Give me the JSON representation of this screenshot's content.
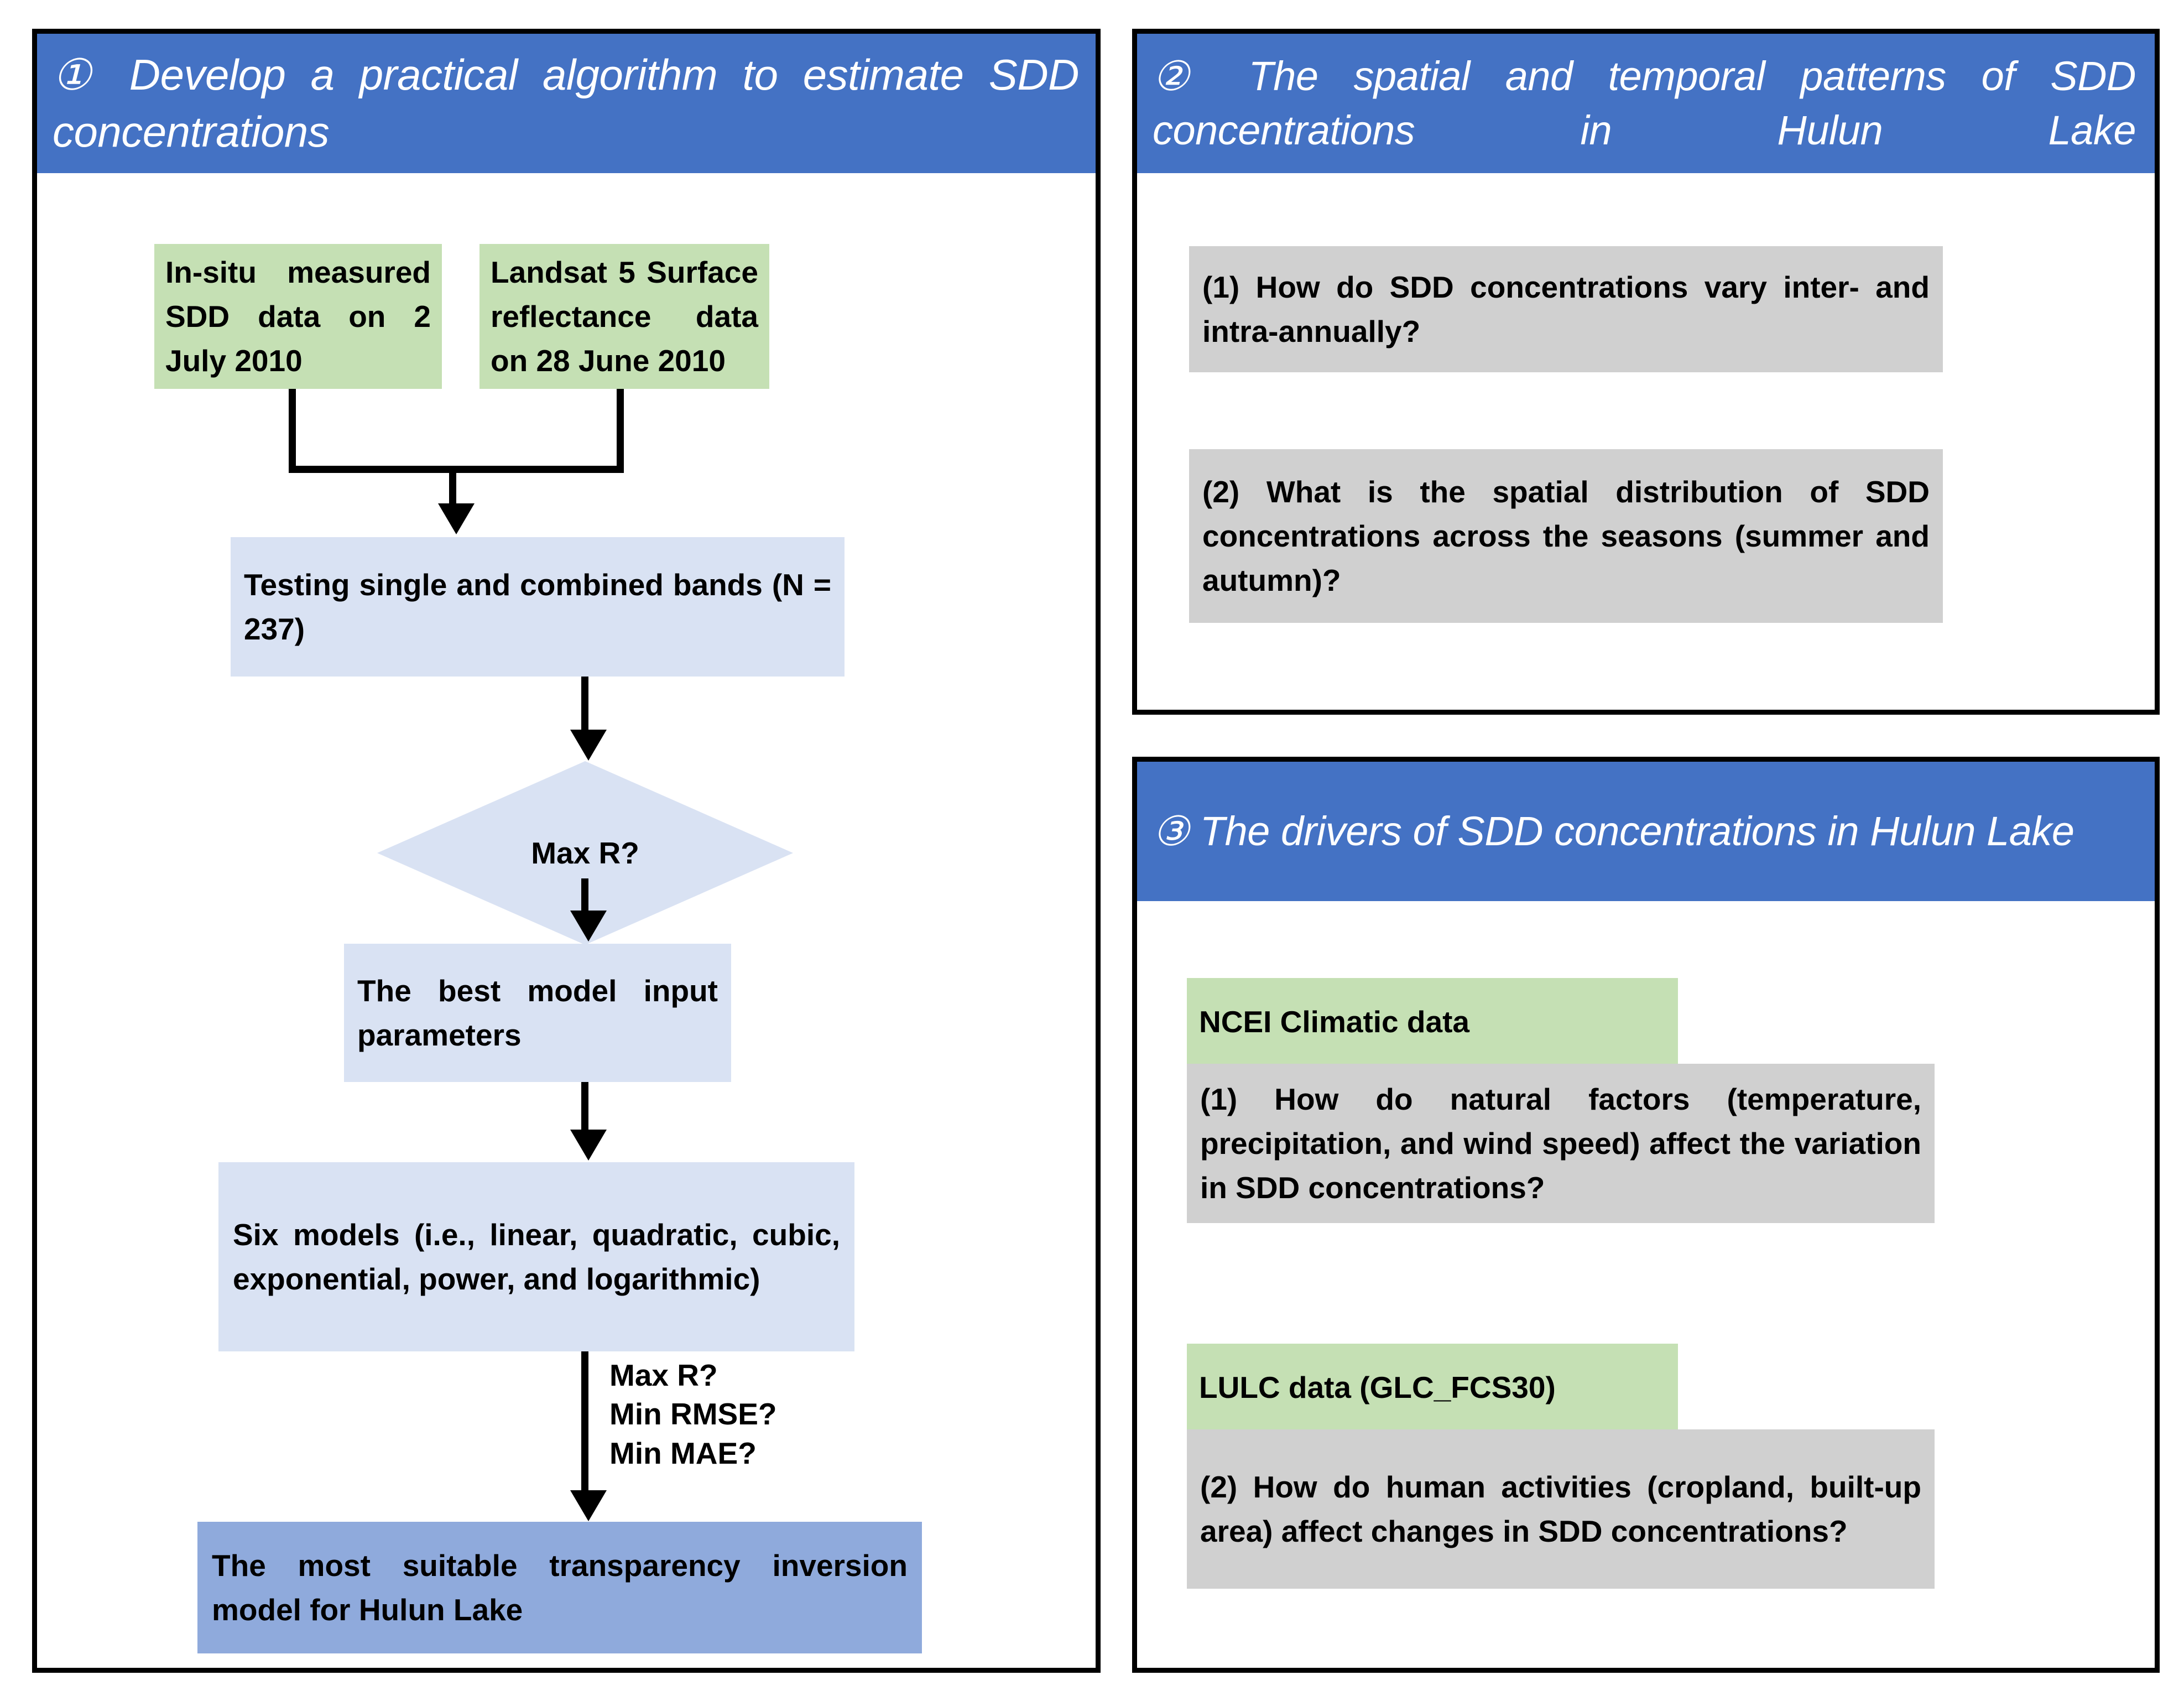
{
  "panels": [
    {
      "id": "panel-1",
      "header": "① Develop a practical algorithm to estimate SDD concentrations",
      "nodes": {
        "insitu": "In-situ measured SDD data on 2 July 2010",
        "landsat": "Landsat 5 Surface reflectance data on 28 June 2010",
        "testing": "Testing single and combined bands (N = 237)",
        "decision": "Max R?",
        "best_params": "The best model input parameters",
        "six_models": "Six models (i.e., linear, quadratic, cubic, exponential, power, and logarithmic)",
        "final": "The most suitable transparency inversion model for Hulun Lake"
      },
      "edge_labels": {
        "criteria_line_1": "Max R?",
        "criteria_line_2": "Min RMSE?",
        "criteria_line_3": "Min MAE?"
      }
    },
    {
      "id": "panel-2",
      "header": "② The spatial and temporal patterns of SDD concentrations in Hulun Lake",
      "questions": [
        "(1) How do SDD concentrations vary inter- and intra-annually?",
        "(2) What is the spatial distribution of SDD concentrations across the seasons (summer and autumn)?"
      ]
    },
    {
      "id": "panel-3",
      "header": "③ The drivers of SDD concentrations in Hulun Lake",
      "groups": [
        {
          "data_label": "NCEI Climatic data",
          "question": "(1) How do natural factors (temperature, precipitation, and wind speed) affect the variation in SDD concentrations?"
        },
        {
          "data_label": "LULC data (GLC_FCS30)",
          "question": "(2) How do human activities (cropland, built-up area) affect changes in SDD concentrations?"
        }
      ]
    }
  ],
  "colors": {
    "header_blue": "#4472C4",
    "data_green": "#C5E0B4",
    "process_light_blue": "#D9E2F3",
    "result_medium_blue": "#8FAADC",
    "question_gray": "#D0D0D0",
    "border_black": "#000000",
    "header_text_white": "#FFFFFF"
  }
}
